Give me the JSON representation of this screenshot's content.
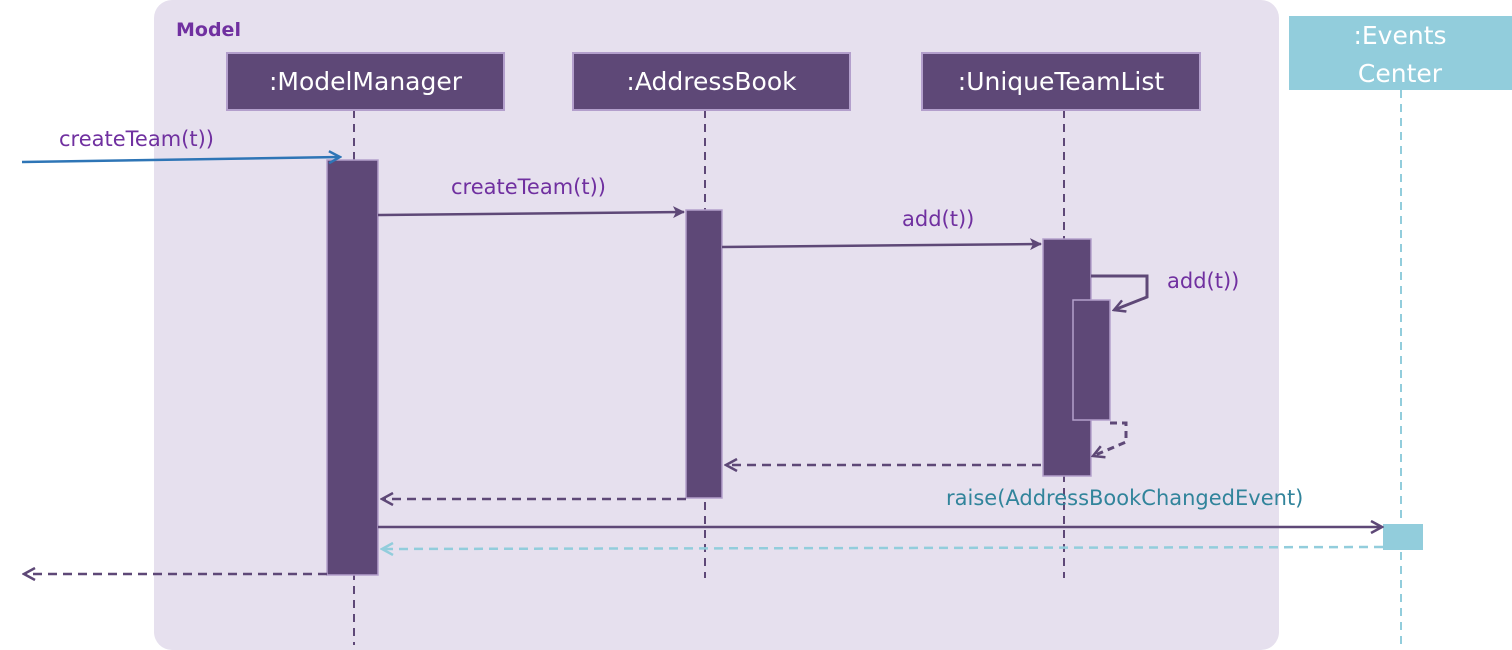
{
  "frame": {
    "label": "Model"
  },
  "participants": [
    {
      "id": "model_manager",
      "name": ":ModelManager"
    },
    {
      "id": "address_book",
      "name": ":AddressBook"
    },
    {
      "id": "unique_team_list",
      "name": ":UniqueTeamList"
    },
    {
      "id": "events_center",
      "name_line1": ":Events",
      "name_line2": "Center"
    }
  ],
  "messages": [
    {
      "id": "m1",
      "label": "createTeam(t))",
      "from": "external",
      "to": "model_manager",
      "kind": "call"
    },
    {
      "id": "m2",
      "label": "createTeam(t))",
      "from": "model_manager",
      "to": "address_book",
      "kind": "call"
    },
    {
      "id": "m3",
      "label": "add(t))",
      "from": "address_book",
      "to": "unique_team_list",
      "kind": "call"
    },
    {
      "id": "m4",
      "label": "add(t))",
      "from": "unique_team_list",
      "to": "unique_team_list",
      "kind": "self-call"
    },
    {
      "id": "m5",
      "label": "raise(AddressBookChangedEvent)",
      "from": "model_manager",
      "to": "events_center",
      "kind": "call"
    }
  ],
  "colors": {
    "frame_bg": "#e6e0ee",
    "frame_label": "#7030a0",
    "participant_fill": "#5e4877",
    "participant_border": "#b39fcc",
    "lifeline": "#5e4877",
    "message": "#5e4877",
    "message_label": "#7030a0",
    "external_call": "#2e75b6",
    "events_fill": "#92cddc",
    "events_line": "#92cddc",
    "raise_label": "#31849b"
  }
}
